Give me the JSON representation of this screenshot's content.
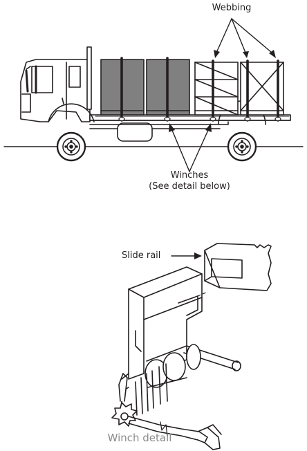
{
  "labels": {
    "webbing": "Webbing",
    "winches": "Winches",
    "see_detail": "(See detail below)",
    "slide_rail": "Slide rail",
    "winch_detail": "Winch detail"
  },
  "colors": {
    "line": "#231f20",
    "cargo_fill": "#808080",
    "caption": "#8a8a8a",
    "background": "#ffffff"
  }
}
